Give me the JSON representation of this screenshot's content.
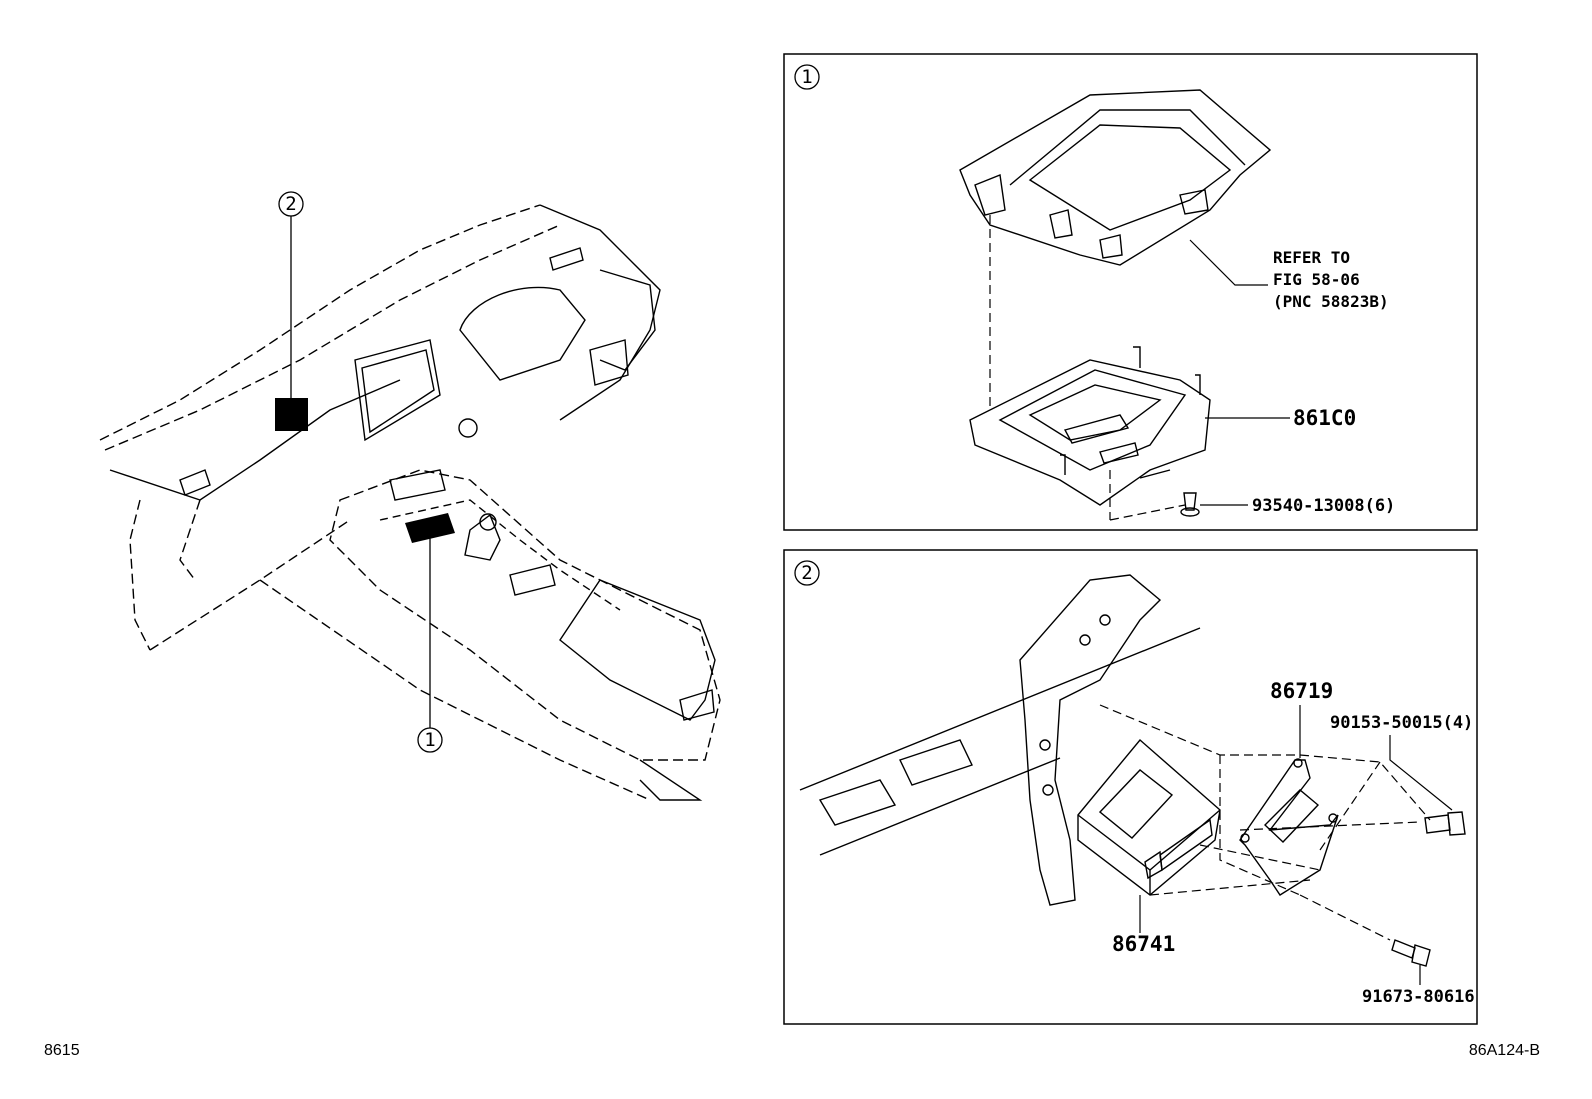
{
  "overview": {
    "callout_1": "1",
    "callout_2": "2"
  },
  "panel_1": {
    "callout": "1",
    "refer_lines": [
      "REFER TO",
      "FIG 58-06",
      "(PNC 58823B)"
    ],
    "parts": {
      "bracket": "861C0",
      "screw": "93540-13008(6)"
    }
  },
  "panel_2": {
    "callout": "2",
    "parts": {
      "bracket": "86719",
      "bolt_a": "90153-50015(4)",
      "module": "86741",
      "bolt_b": "91673-80616"
    }
  },
  "footer": {
    "left_code": "8615",
    "right_code": "86A124-B"
  }
}
